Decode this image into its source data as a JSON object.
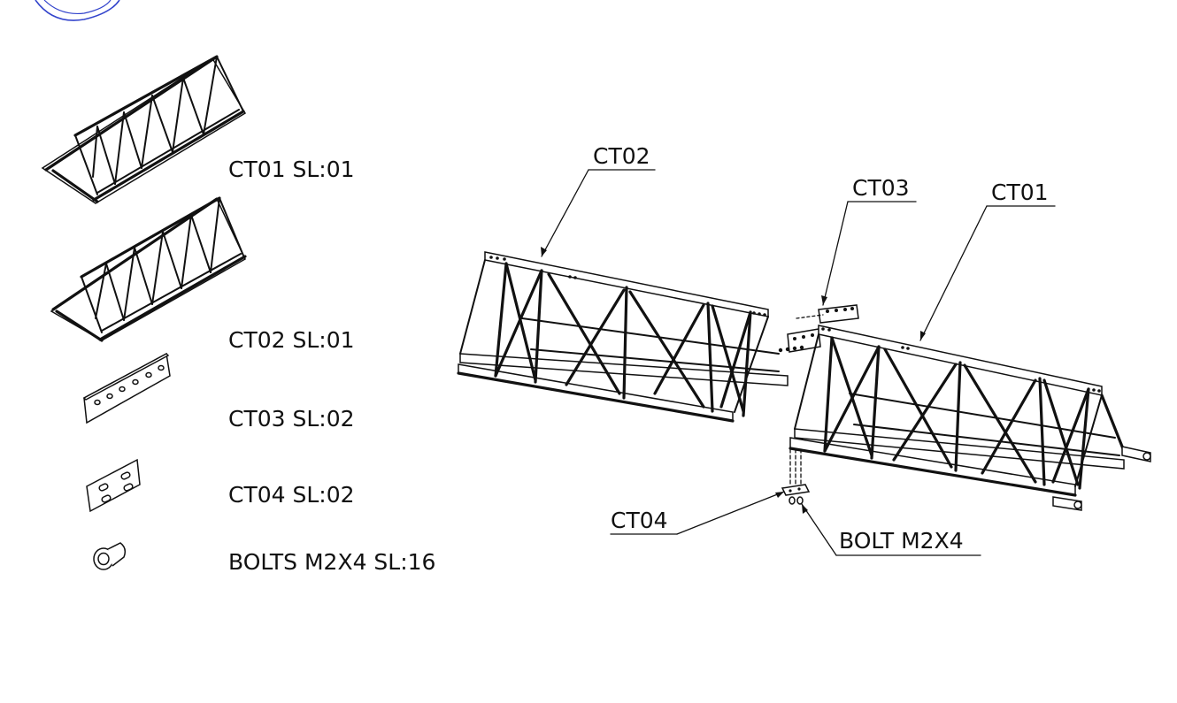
{
  "parts_list": [
    {
      "code": "CT01",
      "label": "CT01 SL:01"
    },
    {
      "code": "CT02",
      "label": "CT02 SL:01"
    },
    {
      "code": "CT03",
      "label": "CT03 SL:02"
    },
    {
      "code": "CT04",
      "label": "CT04 SL:02"
    },
    {
      "code": "BOLT",
      "label": "BOLTS M2X4 SL:16"
    }
  ],
  "callouts": {
    "ct02": "CT02",
    "ct03": "CT03",
    "ct01": "CT01",
    "ct04": "CT04",
    "bolt": "BOLT M2X4"
  },
  "colors": {
    "ink": "#111111",
    "logo": "#3344cc"
  }
}
